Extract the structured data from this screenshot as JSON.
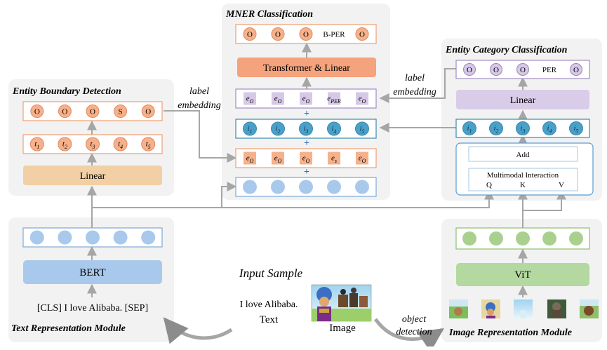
{
  "modules": {
    "mner": {
      "title": "MNER Classification",
      "output_labels": [
        "O",
        "O",
        "O",
        "B-PER",
        "O"
      ],
      "layer": "Transformer & Linear",
      "label_emb_row": [
        {
          "base": "e",
          "sub": "O"
        },
        {
          "base": "e",
          "sub": "O"
        },
        {
          "base": "e",
          "sub": "O"
        },
        {
          "base": "e",
          "sub": "PER"
        },
        {
          "base": "e",
          "sub": "O"
        }
      ],
      "image_row": [
        {
          "base": "i",
          "sub": "1"
        },
        {
          "base": "i",
          "sub": "2"
        },
        {
          "base": "i",
          "sub": "3"
        },
        {
          "base": "i",
          "sub": "4"
        },
        {
          "base": "i",
          "sub": "5"
        }
      ],
      "boundary_emb_row": [
        {
          "base": "e",
          "sub": "O"
        },
        {
          "base": "e",
          "sub": "O"
        },
        {
          "base": "e",
          "sub": "O"
        },
        {
          "base": "e",
          "sub": "s"
        },
        {
          "base": "e",
          "sub": "O"
        }
      ],
      "plus": "+"
    },
    "boundary": {
      "title": "Entity Boundary Detection",
      "labels": [
        "O",
        "O",
        "O",
        "S",
        "O"
      ],
      "tokens": [
        {
          "base": "t",
          "sub": "1"
        },
        {
          "base": "t",
          "sub": "2"
        },
        {
          "base": "t",
          "sub": "3"
        },
        {
          "base": "t",
          "sub": "4"
        },
        {
          "base": "t",
          "sub": "5"
        }
      ],
      "layer": "Linear"
    },
    "category": {
      "title": "Entity Category Classification",
      "labels": [
        "O",
        "O",
        "O",
        "PER",
        "O"
      ],
      "layer": "Linear",
      "image_row": [
        {
          "base": "i",
          "sub": "1"
        },
        {
          "base": "i",
          "sub": "2"
        },
        {
          "base": "i",
          "sub": "3"
        },
        {
          "base": "i",
          "sub": "4"
        },
        {
          "base": "i",
          "sub": "5"
        }
      ],
      "add": "Add",
      "interaction": "Multimodal Interaction",
      "qkv": [
        "Q",
        "K",
        "V"
      ]
    },
    "text_rep": {
      "title": "Text Representation Module",
      "layer": "BERT",
      "input": "[CLS] I love Alibaba. [SEP]"
    },
    "image_rep": {
      "title": "Image Representation Module",
      "layer": "ViT"
    }
  },
  "arrow_labels": {
    "label_embedding_left": [
      "label",
      "embedding"
    ],
    "label_embedding_right": [
      "label",
      "embedding"
    ],
    "object_detection": [
      "object",
      "detection"
    ]
  },
  "input_sample": {
    "title": "Input Sample",
    "text": "I love Alibaba.",
    "text_caption": "Text",
    "image_caption": "Image"
  },
  "colors": {
    "orange_fill": "#f6b08a",
    "orange_layer": "#f4a37c",
    "tan_layer": "#f2cfa4",
    "orange_border": "#f0a070",
    "purple_fill": "#d6c8e6",
    "purple_layer": "#d9cce9",
    "teal_fill": "#4aa0c8",
    "teal_border": "#3a8ab0",
    "blue_fill": "#a9c9ec",
    "bert": "#a9c9ec",
    "green_fill": "#a9d08e",
    "vit": "#b3d8a0",
    "module_bg": "#f2f2f2",
    "arrow": "#a6a6a6"
  }
}
